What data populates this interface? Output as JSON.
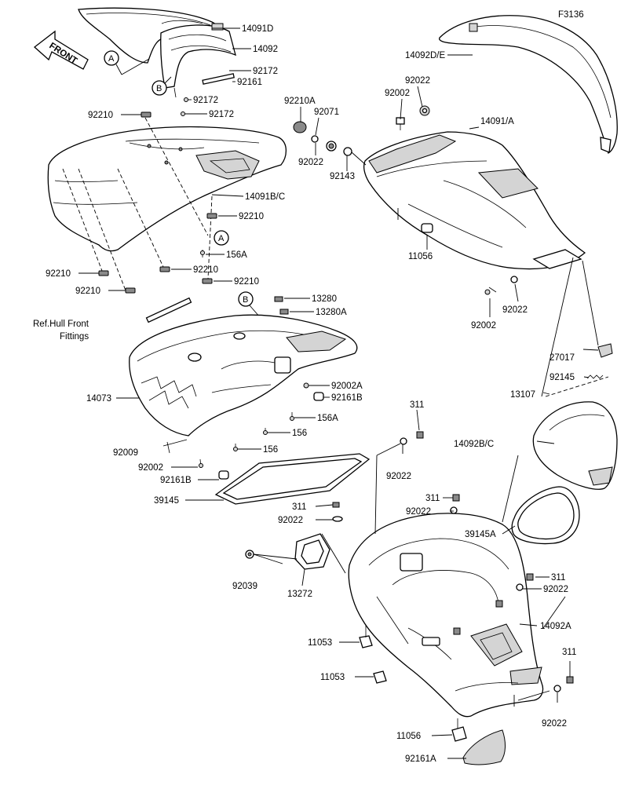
{
  "figure_code": "F3136",
  "front_arrow_text": "FRONT",
  "ref_note": [
    "Ref.Hull Front",
    "Fittings"
  ],
  "callouts": {
    "A": "A",
    "B": "B"
  },
  "parts": {
    "p14091D": "14091D",
    "p14092": "14092",
    "p92172a": "92172",
    "p92161": "92161",
    "p92172b": "92172",
    "p92172c": "92172",
    "p92210a": "92210",
    "p14091BC": "14091B/C",
    "p92210b": "92210",
    "p156A_top": "156A",
    "p92210c": "92210",
    "p92210d": "92210",
    "p92210e": "92210",
    "p92210f": "92210",
    "p13280": "13280",
    "p13280A": "13280A",
    "p92002A": "92002A",
    "p92161B_r": "92161B",
    "p156A_mid": "156A",
    "p14073": "14073",
    "p156_a": "156",
    "p156_b": "156",
    "p92009": "92009",
    "p92002_left": "92002",
    "p92161B_l": "92161B",
    "p39145": "39145",
    "p14092DE": "14092D/E",
    "p92022_top": "92022",
    "p92002_top": "92002",
    "p14091A": "14091/A",
    "p92210A": "92210A",
    "p92071": "92071",
    "p92022_mid": "92022",
    "p92143": "92143",
    "p11056_top": "11056",
    "p92002_right": "92002",
    "p92022_right": "92022",
    "p27017": "27017",
    "p92145": "92145",
    "p13107": "13107",
    "p14092BC": "14092B/C",
    "p311_a": "311",
    "p92022_c": "92022",
    "p311_b": "311",
    "p92022_d": "92022",
    "p311_c": "311",
    "p92022_e": "92022",
    "p39145A": "39145A",
    "p92039": "92039",
    "p13272": "13272",
    "p311_d": "311",
    "p92022_f": "92022",
    "p14092A": "14092A",
    "p11053_a": "11053",
    "p11053_b": "11053",
    "p311_e": "311",
    "p92022_g": "92022",
    "p11056_bot": "11056",
    "p92161A": "92161A"
  }
}
